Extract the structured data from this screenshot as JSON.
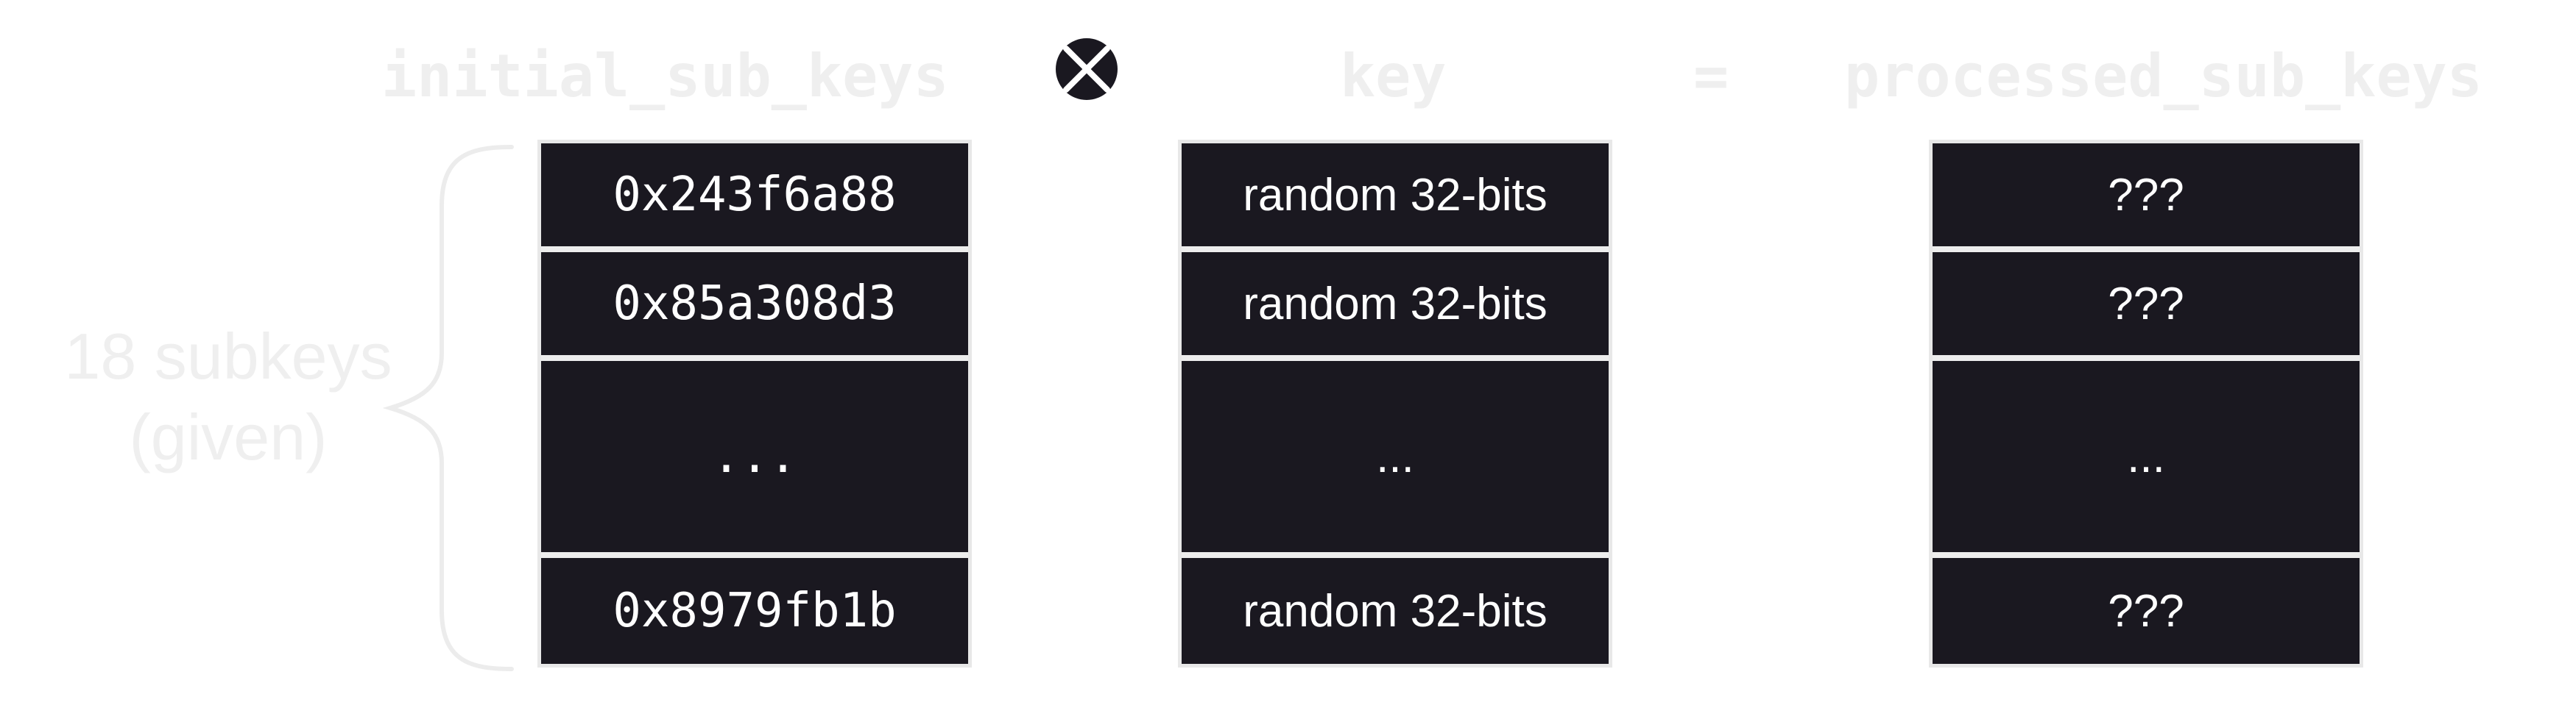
{
  "headers": {
    "initial": "initial_sub_keys",
    "key": "key",
    "equals": "=",
    "processed": "processed_sub_keys"
  },
  "operator_icon": "xor-circle-icon",
  "side_label": {
    "line1": "18 subkeys",
    "line2": "(given)"
  },
  "initial_sub_keys": [
    "0x243f6a88",
    "0x85a308d3",
    "...",
    "0x8979fb1b"
  ],
  "key": [
    "random 32-bits",
    "random 32-bits",
    "...",
    "random 32-bits"
  ],
  "processed_sub_keys": [
    "???",
    "???",
    "...",
    "???"
  ],
  "colors": {
    "cell_fill": "#1a1820",
    "cell_text": "#ffffff",
    "header_text": "#efefef",
    "border": "#e8e8e8"
  }
}
